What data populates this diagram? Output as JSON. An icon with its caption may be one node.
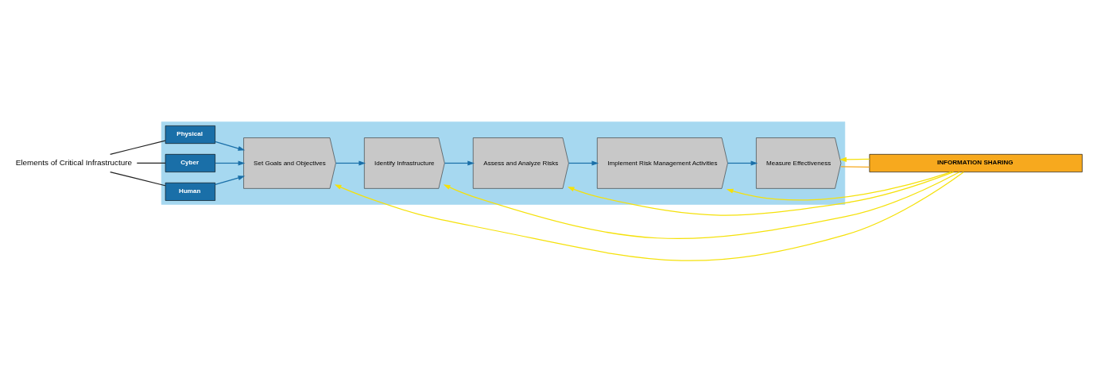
{
  "diagram": {
    "nodes": [
      {
        "text": [
          "Elements of Critical Infrastructure"
        ]
      },
      {
        "text": [],
        "shape": "band"
      },
      {
        "text": [
          "Physical"
        ],
        "in": 1
      },
      {
        "text": [
          "Cyber"
        ],
        "in": 1
      },
      {
        "text": [
          "Human"
        ],
        "in": 1
      },
      {
        "text": [
          "Set Goals and Objectives"
        ],
        "in": 1
      },
      {
        "text": [
          "Identify Infrastructure"
        ],
        "in": 1
      },
      {
        "text": [
          "Assess and Analyze Risks"
        ],
        "in": 1
      },
      {
        "text": [
          "Implement Risk Management Activities"
        ],
        "in": 1
      },
      {
        "text": [
          "Measure Effectiveness"
        ],
        "in": 1
      },
      {
        "text": [
          "INFORMATION SHARING"
        ]
      }
    ],
    "edges": [
      {
        "from": 0,
        "to": 2,
        "arrow": "none",
        "color": "#222222"
      },
      {
        "from": 0,
        "to": 3,
        "arrow": "none",
        "color": "#222222"
      },
      {
        "from": 0,
        "to": 4,
        "arrow": "none",
        "color": "#222222"
      },
      {
        "from": 2,
        "to": 5,
        "arrow": "to",
        "color": "#1a6fa8"
      },
      {
        "from": 3,
        "to": 5,
        "arrow": "to",
        "color": "#1a6fa8"
      },
      {
        "from": 4,
        "to": 5,
        "arrow": "to",
        "color": "#1a6fa8"
      },
      {
        "from": 5,
        "to": 6,
        "arrow": "to",
        "color": "#1a6fa8"
      },
      {
        "from": 6,
        "to": 7,
        "arrow": "to",
        "color": "#1a6fa8"
      },
      {
        "from": 7,
        "to": 8,
        "arrow": "to",
        "color": "#1a6fa8"
      },
      {
        "from": 8,
        "to": 9,
        "arrow": "to",
        "color": "#1a6fa8"
      },
      {
        "from": 9,
        "to": 10,
        "arrow": "none",
        "color": "#f7a91e"
      },
      {
        "from": 10,
        "to": 5,
        "arrow": "to",
        "color": "#f5e10a"
      },
      {
        "from": 10,
        "to": 6,
        "arrow": "to",
        "color": "#f5e10a"
      },
      {
        "from": 10,
        "to": 7,
        "arrow": "to",
        "color": "#f5e10a"
      },
      {
        "from": 10,
        "to": 8,
        "arrow": "to",
        "color": "#f5e10a"
      },
      {
        "from": 10,
        "to": 9,
        "arrow": "to",
        "color": "#f5e10a"
      }
    ]
  }
}
